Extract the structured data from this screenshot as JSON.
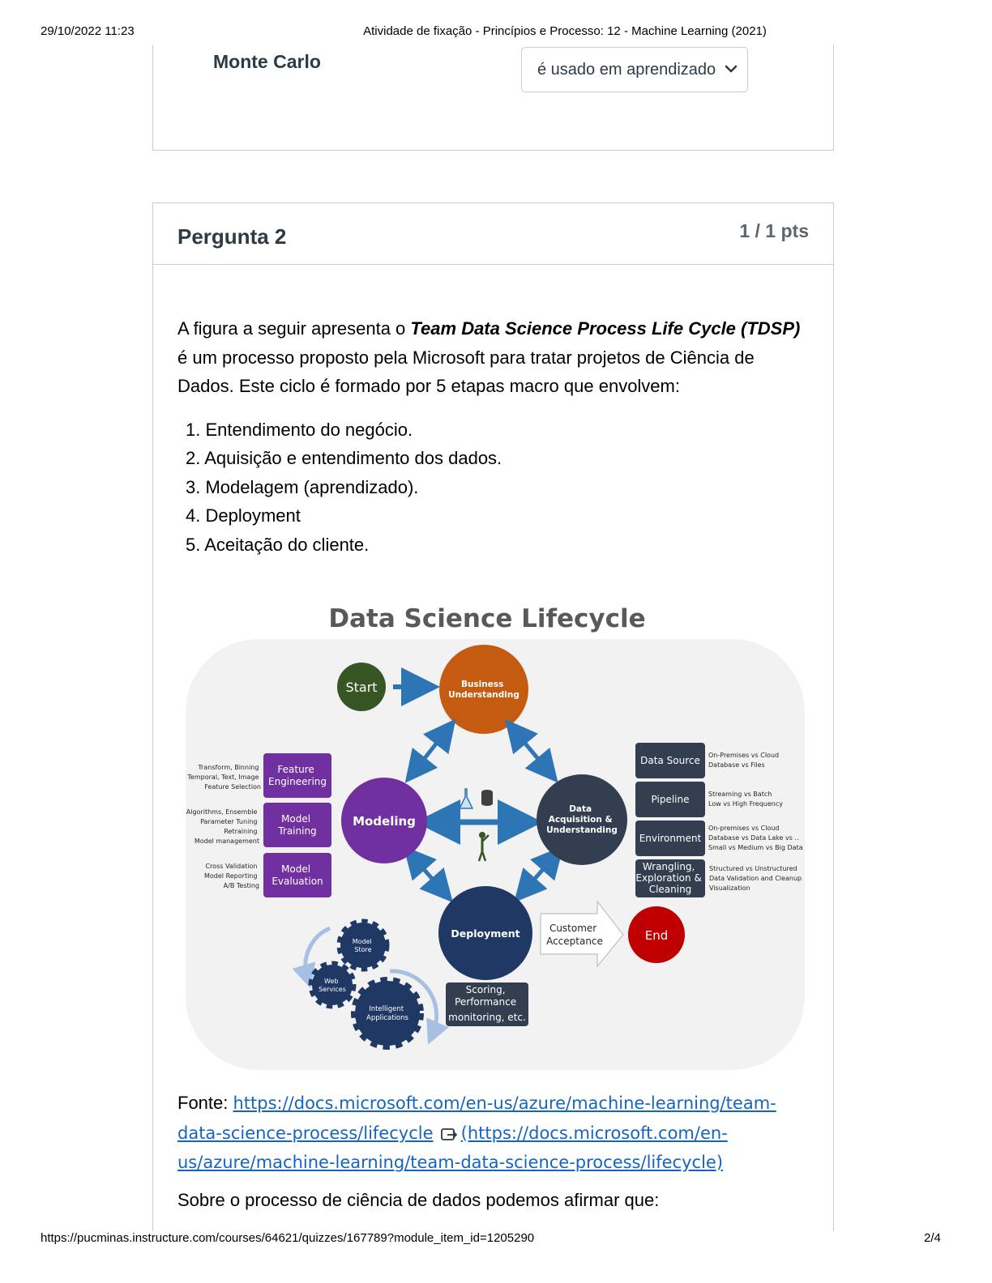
{
  "print": {
    "date": "29/10/2022 11:23",
    "title": "Atividade de fixação - Princípios e Processo: 12 - Machine Learning (2021)",
    "url": "https://pucminas.instructure.com/courses/64621/quizzes/167789?module_item_id=1205290",
    "page": "2/4"
  },
  "prev_question": {
    "match_label": "Monte Carlo",
    "select_value": "é usado em aprendizado"
  },
  "question": {
    "title": "Pergunta 2",
    "points": "1 / 1 pts",
    "intro_before": "A figura a seguir apresenta o ",
    "intro_emph": "Team Data Science Process Life Cycle (TDSP)",
    "intro_after": " é um processo proposto pela Microsoft para tratar projetos de Ciência de Dados. Este ciclo é formado por 5 etapas macro que envolvem:",
    "steps": [
      "1. Entendimento do negócio.",
      "2. Aquisição e entendimento dos dados.",
      "3. Modelagem (aprendizado).",
      "4. Deployment",
      "5. Aceitação do cliente."
    ],
    "fonte_label": "Fonte: ",
    "fonte_link": "https://docs.microsoft.com/en-us/azure/machine-learning/team-data-science-process/lifecycle",
    "fonte_link_paren": "(https://docs.microsoft.com/en-us/azure/machine-learning/team-data-science-process/lifecycle)",
    "prompt": "Sobre o processo de ciência de dados podemos afirmar que:"
  },
  "figure": {
    "title": "Data Science Lifecycle",
    "start": "Start",
    "end": "End",
    "business": [
      "Business",
      "Understanding"
    ],
    "data_acq": [
      "Data",
      "Acquisition &",
      "Understanding"
    ],
    "modeling": "Modeling",
    "deployment": "Deployment",
    "customer": [
      "Customer",
      "Acceptance"
    ],
    "scoring": [
      "Scoring,",
      "Performance",
      "monitoring, etc."
    ],
    "left_boxes": [
      {
        "label": [
          "Feature",
          "Engineering"
        ],
        "notes": [
          "Transform, Binning",
          "Temporal, Text, Image",
          "Feature Selection"
        ]
      },
      {
        "label": [
          "Model",
          "Training"
        ],
        "notes": [
          "Algorithms, Ensemble",
          "Parameter Tuning",
          "Retraining",
          "Model management"
        ]
      },
      {
        "label": [
          "Model",
          "Evaluation"
        ],
        "notes": [
          "Cross Validation",
          "Model Reporting",
          "A/B Testing"
        ]
      }
    ],
    "right_boxes": [
      {
        "label": [
          "Data Source"
        ],
        "notes": [
          "On-Premises vs Cloud",
          "Database vs Files"
        ]
      },
      {
        "label": [
          "Pipeline"
        ],
        "notes": [
          "Streaming vs Batch",
          "Low vs High Frequency"
        ]
      },
      {
        "label": [
          "Environment"
        ],
        "notes": [
          "On-premises vs Cloud",
          "Database vs Data Lake  vs ..",
          "Small vs Medium vs Big Data"
        ]
      },
      {
        "label": [
          "Wrangling,",
          "Exploration &",
          "Cleaning"
        ],
        "notes": [
          "Structured vs Unstructured",
          "Data Validation and Cleanup",
          "Visualization"
        ]
      }
    ],
    "gears": [
      [
        "Model",
        "Store"
      ],
      [
        "Web",
        "Services"
      ],
      [
        "Intelligent",
        "Applications"
      ]
    ],
    "colors": {
      "start": "#375623",
      "business": "#c55a11",
      "modeling": "#7030a0",
      "data_acq": "#333f50",
      "deployment": "#1f3864",
      "end": "#c00000",
      "arrow": "#2e75b6",
      "bg": "#f2f2f2",
      "title": "#595959"
    }
  }
}
